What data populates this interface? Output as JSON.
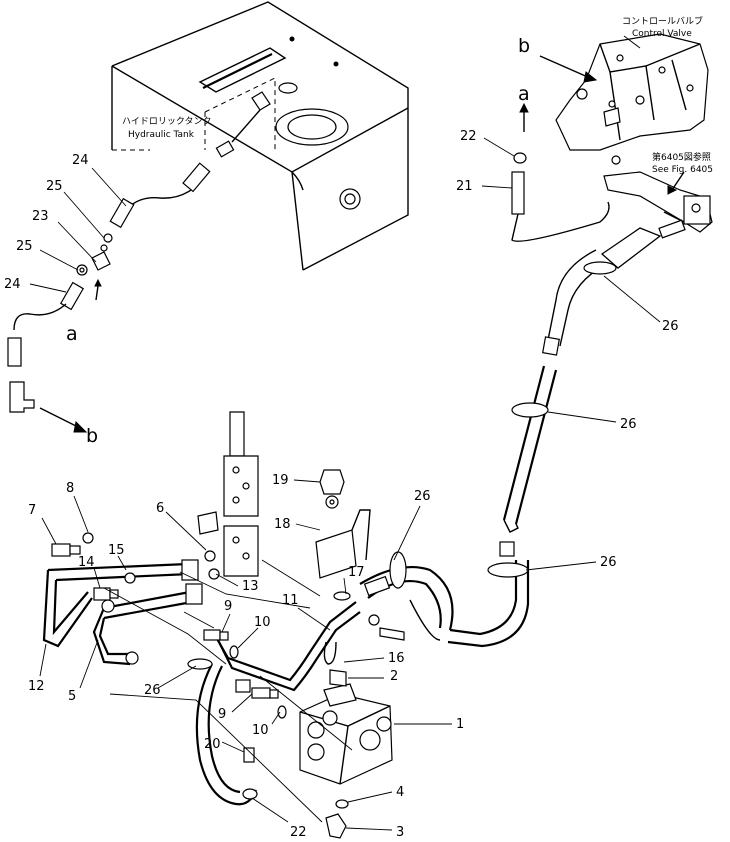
{
  "callouts": {
    "tank_jp": "ハイドロリックタンク",
    "tank_en": "Hydraulic Tank",
    "valve_jp": "コントロールバルブ",
    "valve_en": "Control Valve",
    "fig_jp": "第6405図参照",
    "fig_en": "See Fig. 6405"
  },
  "letters": {
    "a_left": "a",
    "a_top": "a",
    "b_left": "b",
    "b_top": "b"
  },
  "parts": {
    "p1": "1",
    "p2": "2",
    "p3": "3",
    "p4": "4",
    "p5": "5",
    "p6": "6",
    "p7": "7",
    "p8": "8",
    "p9a": "9",
    "p9b": "9",
    "p10a": "10",
    "p10b": "10",
    "p11": "11",
    "p12": "12",
    "p13": "13",
    "p14": "14",
    "p15": "15",
    "p16": "16",
    "p17": "17",
    "p18": "18",
    "p19": "19",
    "p20": "20",
    "p21": "21",
    "p22a": "22",
    "p22b": "22",
    "p23": "23",
    "p24a": "24",
    "p24b": "24",
    "p25a": "25",
    "p25b": "25",
    "p26a": "26",
    "p26b": "26",
    "p26c": "26",
    "p26d": "26",
    "p26e": "26"
  }
}
